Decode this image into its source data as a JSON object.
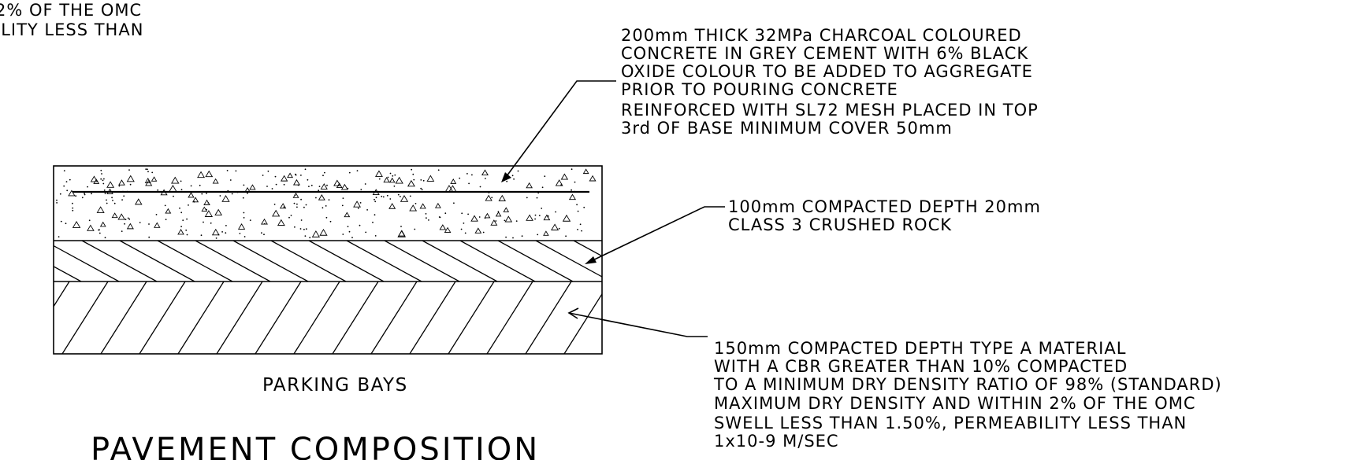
{
  "cutoff_note": {
    "lines": [
      "2% OF THE OMC",
      "ILITY LESS THAN"
    ]
  },
  "concrete_note": {
    "lines": [
      "200mm THICK 32MPa CHARCOAL COLOURED",
      "CONCRETE IN GREY CEMENT WITH 6% BLACK",
      "OXIDE COLOUR TO BE ADDED TO AGGREGATE",
      "PRIOR TO POURING CONCRETE",
      "REINFORCED WITH SL72 MESH PLACED IN TOP",
      "3rd OF BASE MINIMUM COVER 50mm"
    ]
  },
  "base_note": {
    "lines": [
      "100mm COMPACTED DEPTH 20mm",
      "CLASS 3 CRUSHED ROCK"
    ]
  },
  "subbase_note": {
    "lines": [
      "150mm COMPACTED DEPTH  TYPE A MATERIAL",
      "WITH A  CBR GREATER THAN  10% COMPACTED",
      "TO A MINIMUM DRY DENSITY RATIO OF 98% (STANDARD)",
      "MAXIMUM DRY DENSITY AND WITHIN 2% OF THE OMC",
      "SWELL LESS THAN 1.50%, PERMEABILITY LESS THAN",
      "1x10-9 M/SEC"
    ]
  },
  "caption": "PARKING BAYS",
  "title": "PAVEMENT COMPOSITION"
}
